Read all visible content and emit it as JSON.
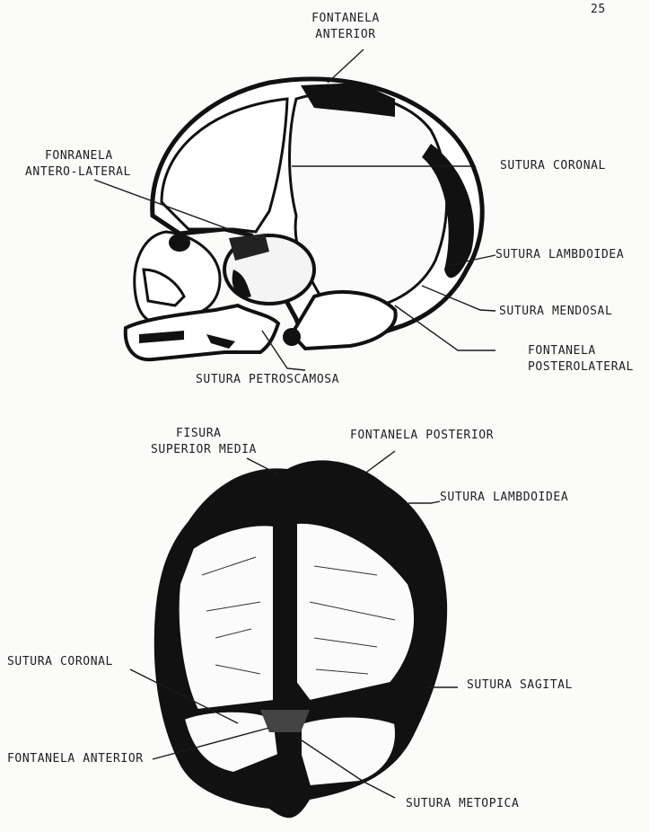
{
  "page_number": "25",
  "figure_lateral": {
    "labels": {
      "fontanela_anterior_1": "FONTANELA",
      "fontanela_anterior_2": "ANTERIOR",
      "antero_lateral_1": "FONRANELA",
      "antero_lateral_2": "ANTERO-LATERAL",
      "sutura_coronal": "SUTURA CORONAL",
      "sutura_lambdoidea": "SUTURA LAMBDOIDEA",
      "sutura_mendosal": "SUTURA MENDOSAL",
      "posterolateral_1": "FONTANELA",
      "posterolateral_2": "POSTEROLATERAL",
      "petroscamosa": "SUTURA PETROSCAMOSA"
    }
  },
  "figure_superior": {
    "labels": {
      "fisura_1": "FISURA",
      "fisura_2": "SUPERIOR MEDIA",
      "fontanela_posterior": "FONTANELA POSTERIOR",
      "sutura_lambdoidea": "SUTURA LAMBDOIDEA",
      "sutura_coronal": "SUTURA CORONAL",
      "sutura_sagital": "SUTURA SAGITAL",
      "fontanela_anterior": "FONTANELA ANTERIOR",
      "sutura_metopica": "SUTURA METOPICA"
    }
  }
}
